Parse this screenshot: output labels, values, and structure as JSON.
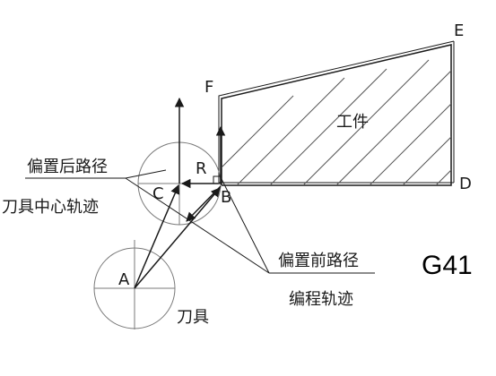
{
  "labels": {
    "point_e": "E",
    "point_f": "F",
    "point_d": "D",
    "point_r": "R",
    "point_c": "C",
    "point_b": "B",
    "point_a": "A",
    "workpiece": "工件",
    "offset_after_path": "偏置后路径",
    "tool_center_track": "刀具中心轨迹",
    "offset_before_path": "偏置前路径",
    "programmed_track": "编程轨迹",
    "tool": "刀具",
    "gcode": "G41"
  },
  "colors": {
    "line": "#1a1a1a",
    "circle": "#7a7a7a",
    "hatch": "#555555",
    "background": "#ffffff"
  },
  "icons": {
    "arrowheads": "filled-triangle-arrow"
  }
}
